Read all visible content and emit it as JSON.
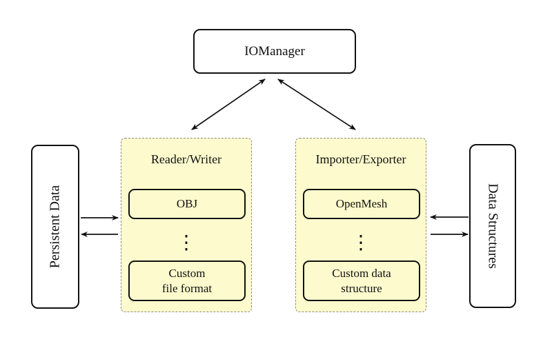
{
  "diagram": {
    "background": "#ffffff",
    "colors": {
      "group_fill": "#fdfacd",
      "group_border": "#8c8c8c",
      "node_border": "#111111",
      "node_fill": "#ffffff",
      "arrow": "#111111",
      "text": "#111111"
    },
    "nodes": {
      "iomanager": {
        "label": "IOManager"
      },
      "persistent_data": {
        "label": "Persistent Data"
      },
      "data_structures": {
        "label": "Data Structures"
      }
    },
    "groups": {
      "reader_writer": {
        "title": "Reader/Writer",
        "first_item": "OBJ",
        "ellipsis": "⋮",
        "last_item_line1": "Custom",
        "last_item_line2": "file format"
      },
      "importer_exporter": {
        "title": "Importer/Exporter",
        "first_item": "OpenMesh",
        "ellipsis": "⋮",
        "last_item_line1": "Custom data",
        "last_item_line2": "structure"
      }
    },
    "arrows": [
      {
        "from": "iomanager",
        "to": "reader_writer",
        "bidirectional": true
      },
      {
        "from": "iomanager",
        "to": "importer_exporter",
        "bidirectional": true
      },
      {
        "from": "persistent_data",
        "to": "reader_writer",
        "bidirectional": false
      },
      {
        "from": "reader_writer",
        "to": "persistent_data",
        "bidirectional": false
      },
      {
        "from": "data_structures",
        "to": "importer_exporter",
        "bidirectional": false
      },
      {
        "from": "importer_exporter",
        "to": "data_structures",
        "bidirectional": false
      }
    ]
  }
}
